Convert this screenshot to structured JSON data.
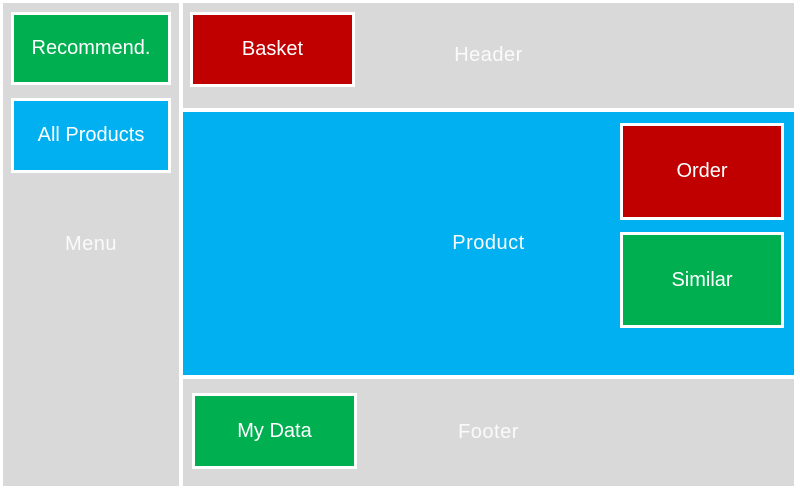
{
  "colors": {
    "background": "#ffffff",
    "panel_gray": "#d9d9d9",
    "green": "#00b050",
    "blue": "#00b0f0",
    "red": "#c00000",
    "white": "#ffffff",
    "label_text": "#fafafa",
    "button_text": "#ffffff"
  },
  "sidebar": {
    "label": "Menu",
    "buttons": [
      {
        "label": "Recommend.",
        "color": "#00b050"
      },
      {
        "label": "All Products",
        "color": "#00b0f0"
      }
    ]
  },
  "header": {
    "label": "Header",
    "buttons": [
      {
        "label": "Basket",
        "color": "#c00000"
      }
    ]
  },
  "product": {
    "label": "Product",
    "buttons": [
      {
        "label": "Order",
        "color": "#c00000"
      },
      {
        "label": "Similar",
        "color": "#00b050"
      }
    ]
  },
  "footer": {
    "label": "Footer",
    "buttons": [
      {
        "label": "My Data",
        "color": "#00b050"
      }
    ]
  }
}
